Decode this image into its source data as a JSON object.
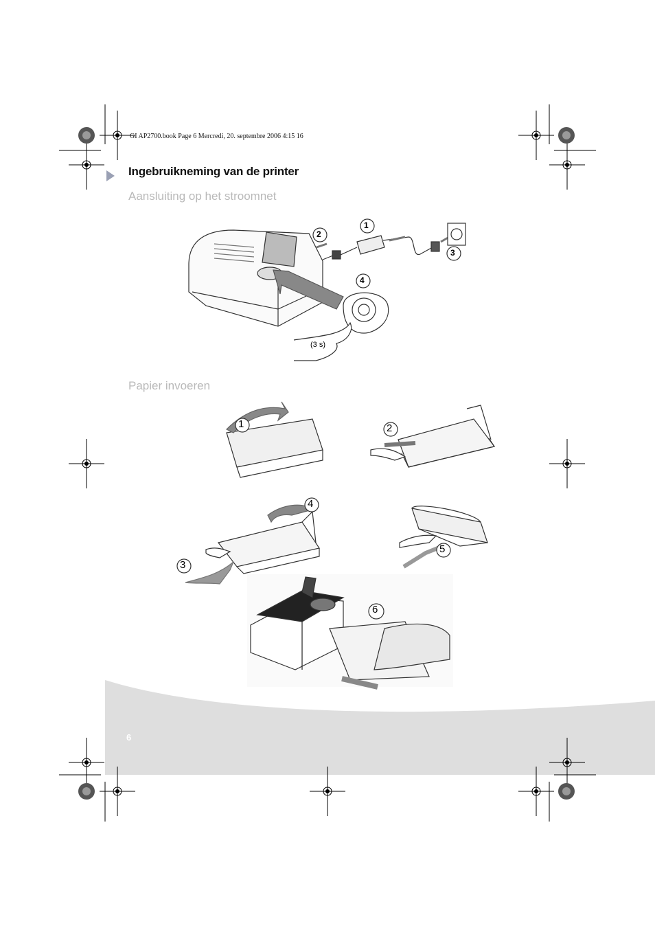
{
  "header": {
    "file_info": "GI AP2700.book  Page 6  Mercredi, 20. septembre 2006  4:15 16"
  },
  "section": {
    "title": "Ingebruikneming van de printer"
  },
  "power": {
    "heading": "Aansluiting op het stroomnet",
    "steps": [
      "1",
      "2",
      "3",
      "4"
    ],
    "press_duration": "(3 s)"
  },
  "paper": {
    "heading": "Papier invoeren",
    "steps": [
      "1",
      "2",
      "3",
      "4",
      "5",
      "6"
    ]
  },
  "footer": {
    "page_number": "6"
  }
}
